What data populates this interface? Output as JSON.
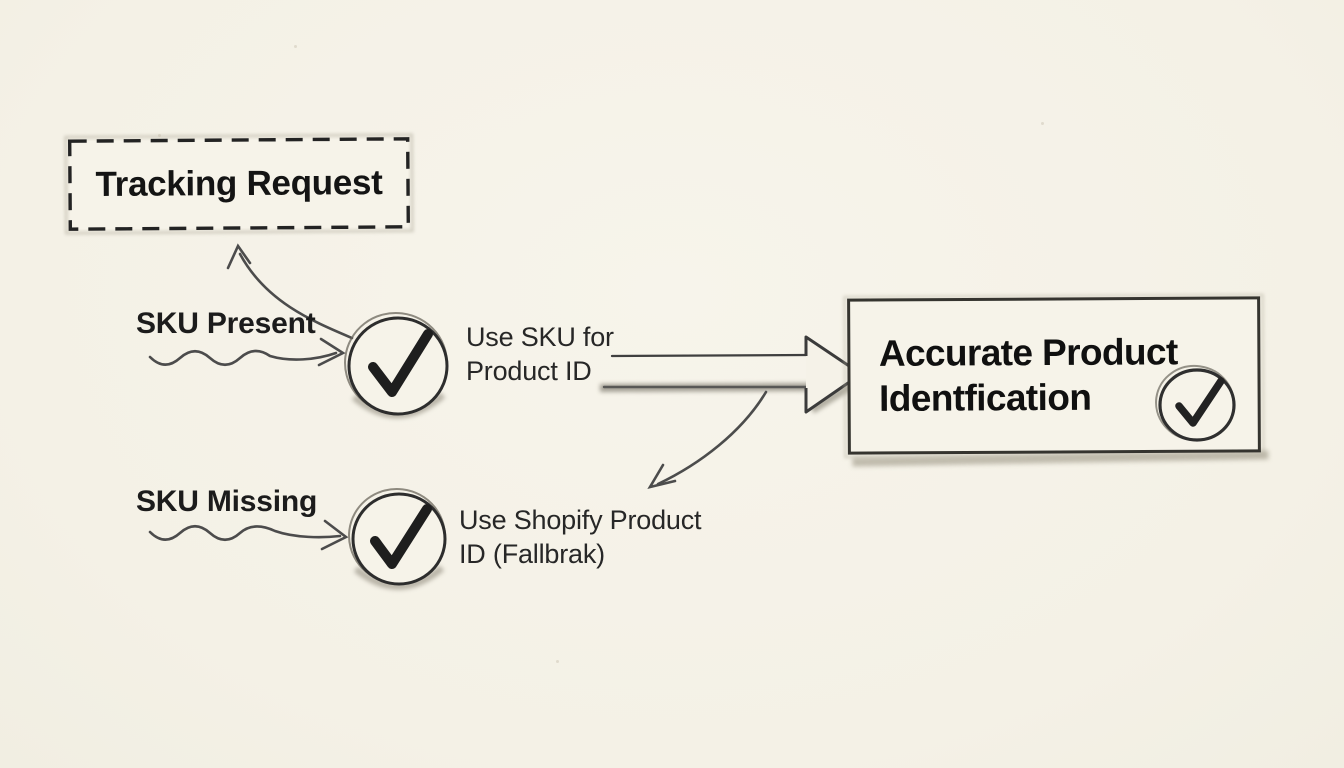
{
  "diagram": {
    "title_box": {
      "label": "Tracking Request"
    },
    "branch_top": {
      "condition": "SKU Present",
      "action": "Use SKU for\nProduct ID"
    },
    "branch_bottom": {
      "condition": "SKU Missing",
      "action": "Use Shopify Product\nID (Fallbrak)"
    },
    "result_box": {
      "label": "Accurate Product\nIdentfication"
    },
    "icons": {
      "checkmark_glyph": "✓",
      "checkmark_meaning": "success-check"
    },
    "colors": {
      "paper": "#f5f2e8",
      "ink": "#141414",
      "pencil": "#4c4c4c",
      "smudge": "#a9a496"
    }
  }
}
